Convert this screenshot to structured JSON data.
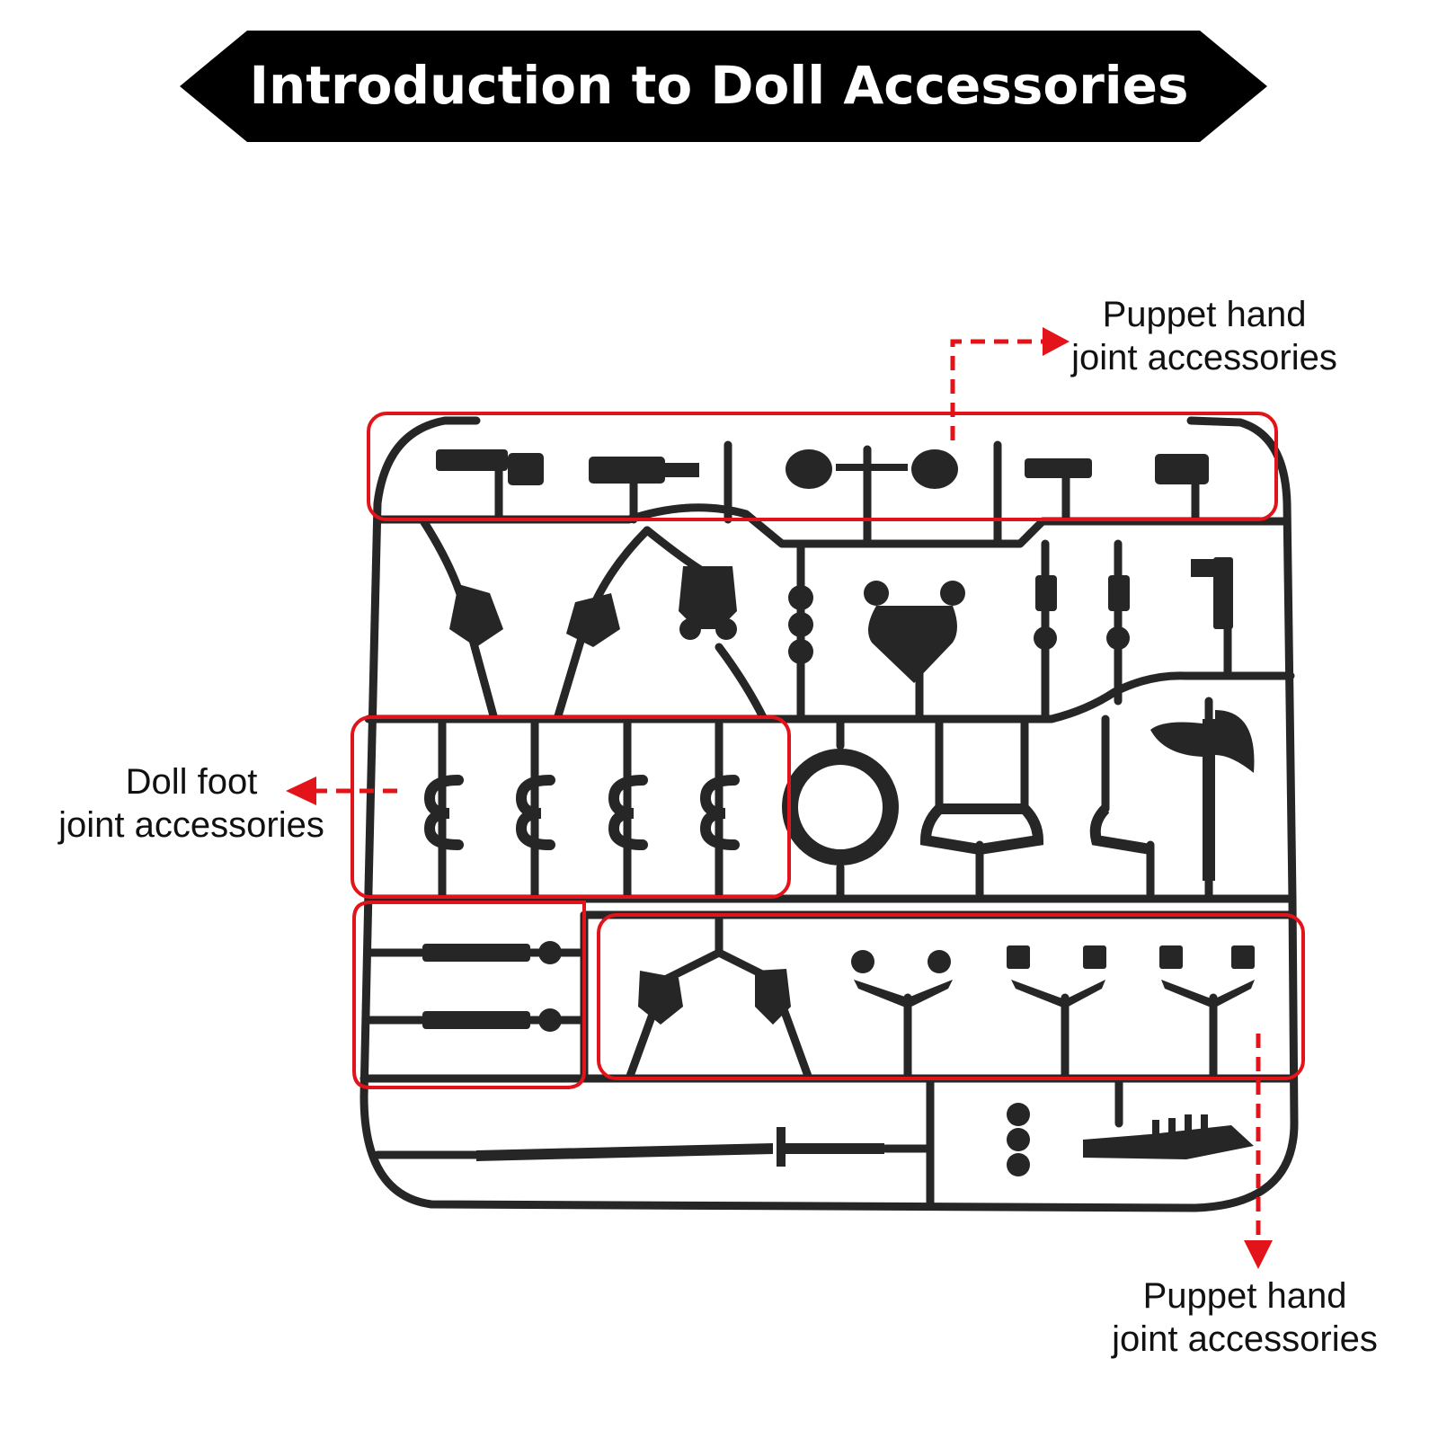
{
  "banner": {
    "title": "Introduction to Doll Accessories"
  },
  "callouts": {
    "top_hand": {
      "line1": "Puppet hand",
      "line2": "joint accessories"
    },
    "foot": {
      "line1": "Doll foot",
      "line2": "joint accessories"
    },
    "bottom_hand": {
      "line1": "Puppet hand",
      "line2": "joint accessories"
    }
  },
  "colors": {
    "banner_bg": "#000000",
    "banner_text": "#ffffff",
    "sprue": "#262626",
    "highlight": "#e3131a",
    "label_text": "#111111"
  },
  "icons": {
    "arrow_top": "arrow-right-icon",
    "arrow_left": "arrow-left-icon",
    "arrow_bottom": "arrow-down-icon"
  }
}
